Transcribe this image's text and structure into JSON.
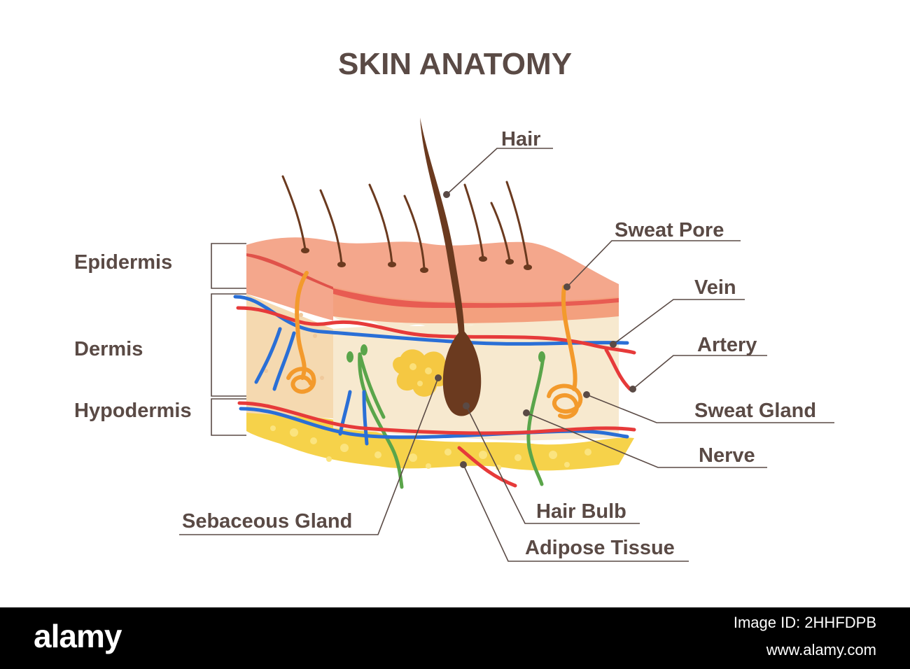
{
  "title": "SKIN ANATOMY",
  "layers": {
    "epidermis": "Epidermis",
    "dermis": "Dermis",
    "hypodermis": "Hypodermis"
  },
  "labels": {
    "hair": "Hair",
    "sweat_pore": "Sweat Pore",
    "vein": "Vein",
    "artery": "Artery",
    "sweat_gland": "Sweat Gland",
    "nerve": "Nerve",
    "hair_bulb": "Hair Bulb",
    "adipose_tissue": "Adipose Tissue",
    "sebaceous_gland": "Sebaceous Gland"
  },
  "watermark": {
    "logo": "alamy",
    "image_id": "Image ID: 2HHFDPB",
    "url": "www.alamy.com"
  },
  "colors": {
    "label_text": "#5a4a45",
    "epidermis_top": "#f4a78c",
    "epidermis_red": "#e0524a",
    "dermis": "#f7e5c8",
    "adipose": "#f6d24a",
    "vein": "#2a6fd6",
    "artery": "#e63a3a",
    "nerve": "#5aa54a",
    "sweat_gland": "#f39a2c",
    "hair": "#6b3a1f"
  }
}
